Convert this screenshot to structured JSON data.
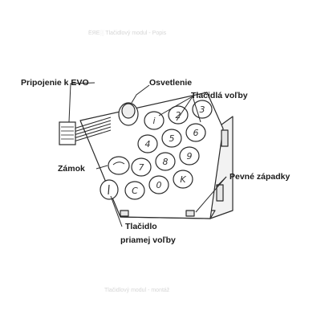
{
  "caption_top": "ЁЯЕ░ Tlačidlový modul - Popis",
  "caption_bottom": "Tlačidlový modul - montáž",
  "labels": {
    "pripojenie": "Pripojenie k EVO",
    "osvetlenie": "Osvetlenie",
    "tlacidla": "Tlačidlá voľby",
    "zamok": "Zámok",
    "pevne": "Pevné západky",
    "priama_l1": "Tlačidlo",
    "priama_l2": "priamej voľby"
  },
  "keys": [
    "i",
    "2",
    "3",
    "4",
    "5",
    "6",
    "7",
    "8",
    "9",
    "C",
    "0",
    "K"
  ],
  "colors": {
    "line": "#2b2b2b",
    "text": "#1a1a1a",
    "faint": "#d6d6d6"
  }
}
